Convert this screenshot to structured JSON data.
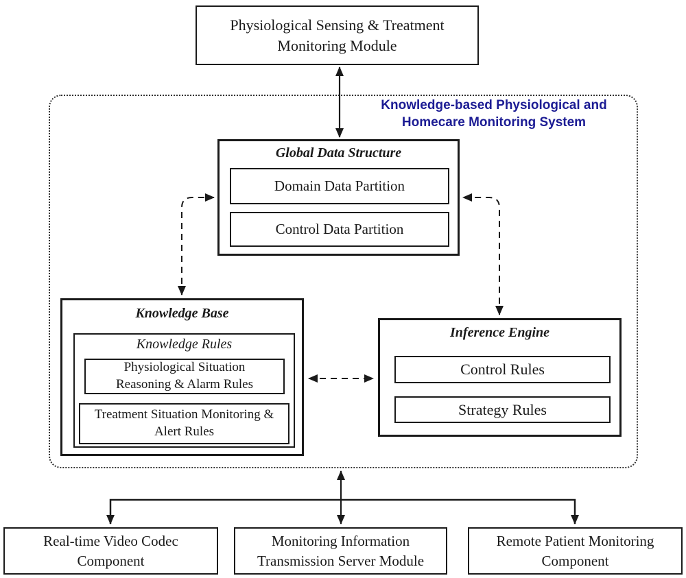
{
  "colors": {
    "line": "#1a1a1a",
    "system_title_blue": "#1c1c94",
    "background": "#ffffff"
  },
  "top_module": {
    "label": "Physiological Sensing & Treatment Monitoring Module"
  },
  "system": {
    "title_line1": "Knowledge-based Physiological and",
    "title_line2": "Homecare Monitoring System",
    "global_data_structure": {
      "title": "Global Data Structure",
      "partitions": [
        "Domain Data Partition",
        "Control Data Partition"
      ]
    },
    "knowledge_base": {
      "title": "Knowledge Base",
      "knowledge_rules": {
        "title": "Knowledge Rules",
        "rules": [
          "Physiological Situation Reasoning & Alarm Rules",
          "Treatment Situation Monitoring & Alert Rules"
        ]
      }
    },
    "inference_engine": {
      "title": "Inference Engine",
      "rules": [
        "Control Rules",
        "Strategy Rules"
      ]
    }
  },
  "bottom_modules": [
    "Real-time Video Codec Component",
    "Monitoring Information Transmission Server Module",
    "Remote Patient Monitoring Component"
  ]
}
